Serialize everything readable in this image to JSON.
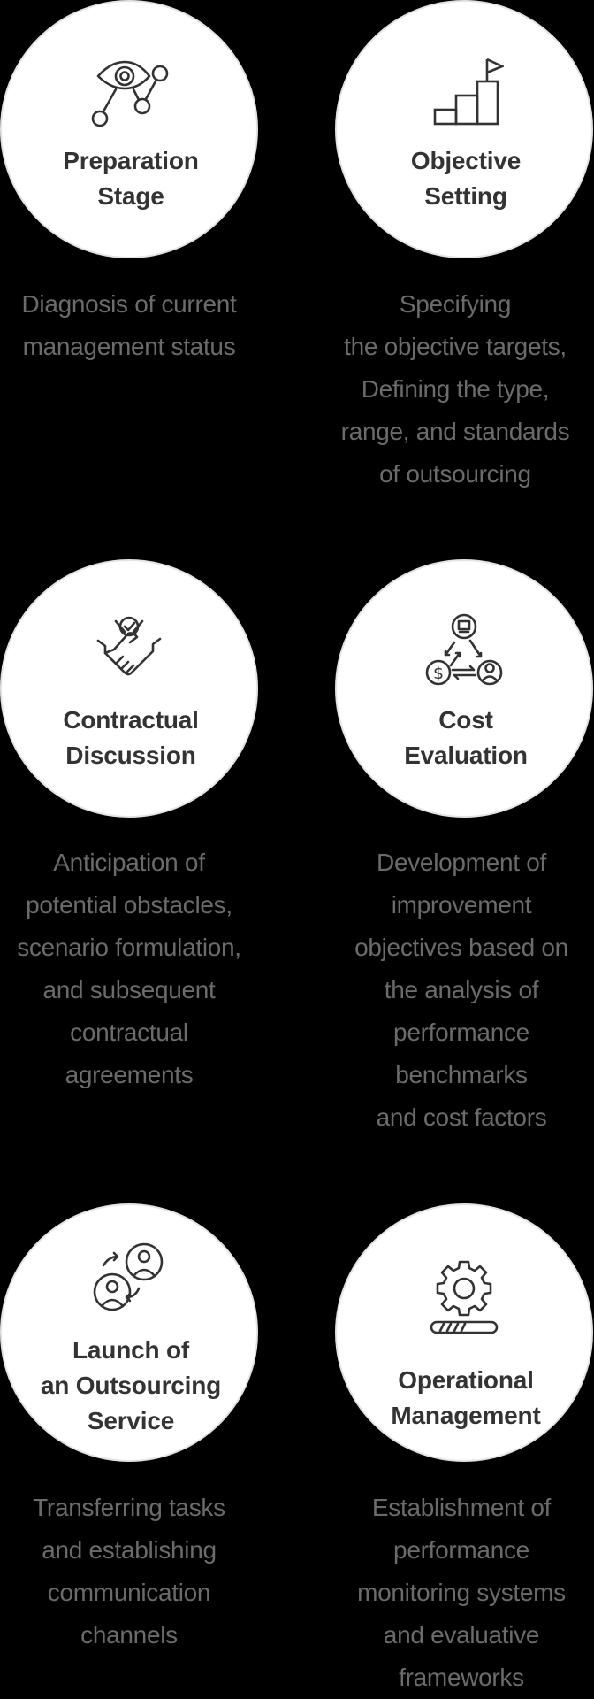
{
  "colors": {
    "background": "#000000",
    "circle_fill": "#ffffff",
    "circle_border": "#e3e3e3",
    "title_text": "#333333",
    "description_text": "#6b6b6b",
    "icon_stroke": "#333333"
  },
  "steps": [
    {
      "icon": "eye-network-icon",
      "title": [
        "Preparation",
        "Stage"
      ],
      "description": [
        "Diagnosis of current",
        "management status"
      ]
    },
    {
      "icon": "stairs-flag-icon",
      "title": [
        "Objective",
        "Setting"
      ],
      "description": [
        "Specifying",
        "the objective targets,",
        "Defining the type,",
        "range, and standards",
        "of outsourcing"
      ]
    },
    {
      "icon": "handshake-check-icon",
      "title": [
        "Contractual",
        "Discussion"
      ],
      "description": [
        "Anticipation of",
        "potential obstacles,",
        "scenario formulation,",
        "and subsequent",
        "contractual",
        "agreements"
      ]
    },
    {
      "icon": "cost-cycle-icon",
      "title": [
        "Cost",
        "Evaluation"
      ],
      "description": [
        "Development of",
        "improvement",
        "objectives based on",
        "the analysis of",
        "performance",
        "benchmarks",
        "and cost factors"
      ]
    },
    {
      "icon": "user-exchange-icon",
      "title": [
        "Launch of",
        "an Outsourcing",
        "Service"
      ],
      "description": [
        "Transferring tasks",
        "and establishing",
        "communication",
        "channels"
      ]
    },
    {
      "icon": "gear-progress-icon",
      "title": [
        "Operational",
        "Management"
      ],
      "description": [
        "Establishment of",
        "performance",
        "monitoring systems",
        "and evaluative",
        "frameworks"
      ]
    }
  ]
}
